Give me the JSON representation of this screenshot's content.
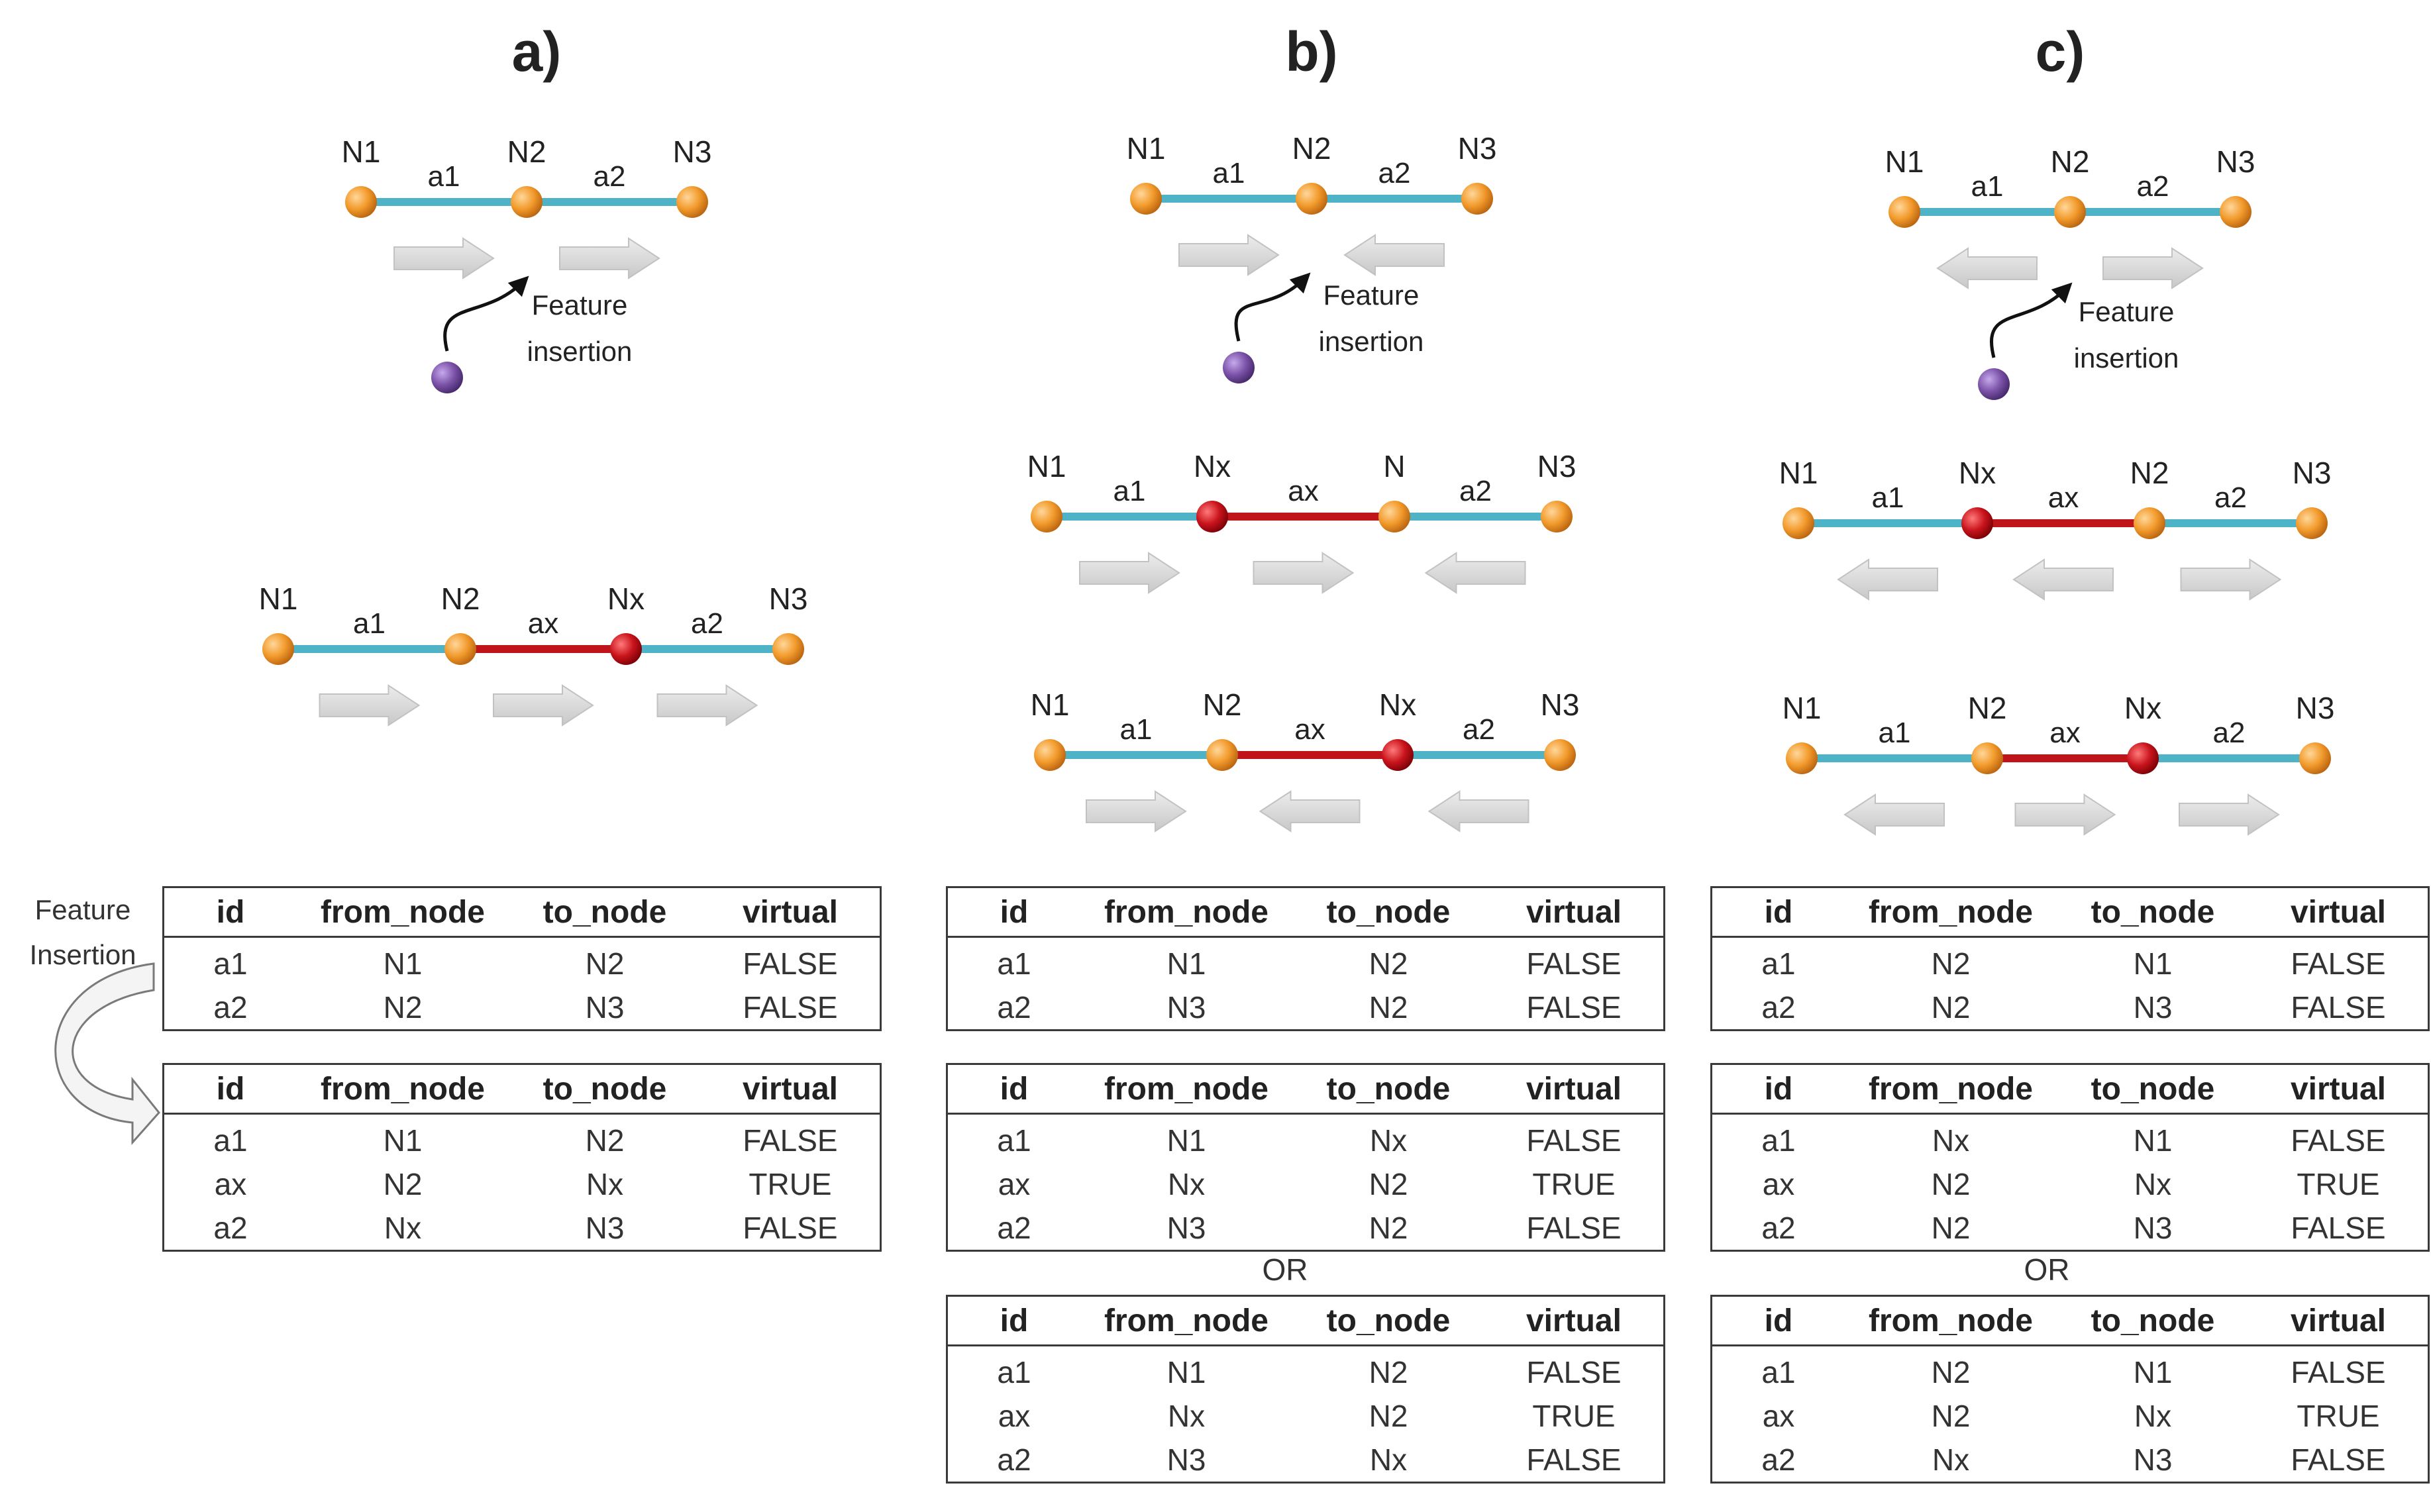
{
  "panels": [
    {
      "title": "a)",
      "before": {
        "nodes": [
          "N1",
          "N2",
          "N3"
        ],
        "arcs": [
          "a1",
          "a2"
        ],
        "insertion_label": [
          "Feature",
          "insertion"
        ]
      },
      "after": [
        {
          "nodes": [
            "N1",
            "N2",
            "Nx",
            "N3"
          ],
          "arcs": [
            "a1",
            "ax",
            "a2"
          ]
        }
      ],
      "tables": [
        {
          "header": [
            "id",
            "from_node",
            "to_node",
            "virtual"
          ],
          "rows": [
            [
              "a1",
              "N1",
              "N2",
              "FALSE"
            ],
            [
              "a2",
              "N2",
              "N3",
              "FALSE"
            ]
          ]
        },
        {
          "header": [
            "id",
            "from_node",
            "to_node",
            "virtual"
          ],
          "rows": [
            [
              "a1",
              "N1",
              "N2",
              "FALSE"
            ],
            [
              "ax",
              "N2",
              "Nx",
              "TRUE"
            ],
            [
              "a2",
              "Nx",
              "N3",
              "FALSE"
            ]
          ]
        }
      ]
    },
    {
      "title": "b)",
      "before": {
        "nodes": [
          "N1",
          "N2",
          "N3"
        ],
        "arcs": [
          "a1",
          "a2"
        ],
        "insertion_label": [
          "Feature",
          "insertion"
        ]
      },
      "after": [
        {
          "nodes": [
            "N1",
            "Nx",
            "N",
            "N3"
          ],
          "arcs": [
            "a1",
            "ax",
            "a2"
          ]
        },
        {
          "nodes": [
            "N1",
            "N2",
            "Nx",
            "N3"
          ],
          "arcs": [
            "a1",
            "ax",
            "a2"
          ]
        }
      ],
      "tables": [
        {
          "header": [
            "id",
            "from_node",
            "to_node",
            "virtual"
          ],
          "rows": [
            [
              "a1",
              "N1",
              "N2",
              "FALSE"
            ],
            [
              "a2",
              "N3",
              "N2",
              "FALSE"
            ]
          ]
        },
        {
          "header": [
            "id",
            "from_node",
            "to_node",
            "virtual"
          ],
          "rows": [
            [
              "a1",
              "N1",
              "Nx",
              "FALSE"
            ],
            [
              "ax",
              "Nx",
              "N2",
              "TRUE"
            ],
            [
              "a2",
              "N3",
              "N2",
              "FALSE"
            ]
          ]
        },
        {
          "header": [
            "id",
            "from_node",
            "to_node",
            "virtual"
          ],
          "rows": [
            [
              "a1",
              "N1",
              "N2",
              "FALSE"
            ],
            [
              "ax",
              "Nx",
              "N2",
              "TRUE"
            ],
            [
              "a2",
              "N3",
              "Nx",
              "FALSE"
            ]
          ]
        }
      ],
      "or_label": "OR"
    },
    {
      "title": "c)",
      "before": {
        "nodes": [
          "N1",
          "N2",
          "N3"
        ],
        "arcs": [
          "a1",
          "a2"
        ],
        "insertion_label": [
          "Feature",
          "insertion"
        ]
      },
      "after": [
        {
          "nodes": [
            "N1",
            "Nx",
            "N2",
            "N3"
          ],
          "arcs": [
            "a1",
            "ax",
            "a2"
          ]
        },
        {
          "nodes": [
            "N1",
            "N2",
            "Nx",
            "N3"
          ],
          "arcs": [
            "a1",
            "ax",
            "a2"
          ]
        }
      ],
      "tables": [
        {
          "header": [
            "id",
            "from_node",
            "to_node",
            "virtual"
          ],
          "rows": [
            [
              "a1",
              "N2",
              "N1",
              "FALSE"
            ],
            [
              "a2",
              "N2",
              "N3",
              "FALSE"
            ]
          ]
        },
        {
          "header": [
            "id",
            "from_node",
            "to_node",
            "virtual"
          ],
          "rows": [
            [
              "a1",
              "Nx",
              "N1",
              "FALSE"
            ],
            [
              "ax",
              "N2",
              "Nx",
              "TRUE"
            ],
            [
              "a2",
              "N2",
              "N3",
              "FALSE"
            ]
          ]
        },
        {
          "header": [
            "id",
            "from_node",
            "to_node",
            "virtual"
          ],
          "rows": [
            [
              "a1",
              "N2",
              "N1",
              "FALSE"
            ],
            [
              "ax",
              "N2",
              "Nx",
              "TRUE"
            ],
            [
              "a2",
              "Nx",
              "N3",
              "FALSE"
            ]
          ]
        }
      ],
      "or_label": "OR"
    }
  ],
  "side_label": [
    "Feature",
    "Insertion"
  ],
  "colors": {
    "arc": "#4fb3c8",
    "virtual_arc": "#c0141b",
    "node": "#f19a2a",
    "new_node": "#c0141b",
    "feature": "#7b52a8",
    "arrow": "#d6d6d6"
  }
}
